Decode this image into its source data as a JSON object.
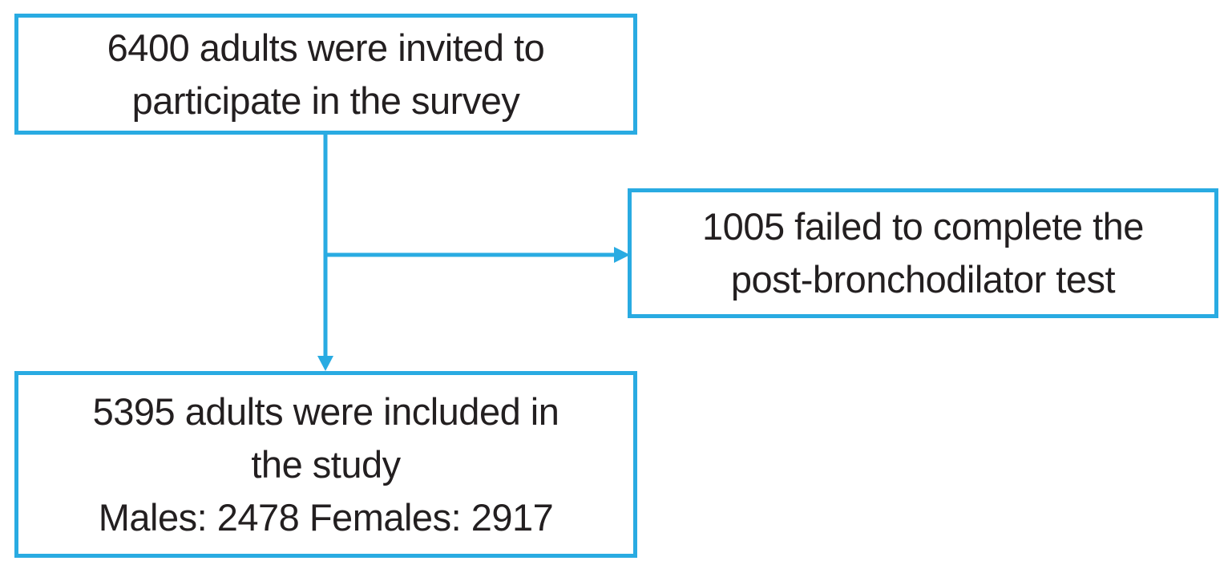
{
  "colors": {
    "accent": "#29abe2",
    "text": "#231f20",
    "background": "#ffffff"
  },
  "flow": {
    "invited": {
      "lines": [
        "6400 adults were invited to",
        "participate in the survey"
      ]
    },
    "excluded": {
      "lines": [
        "1005 failed to complete the",
        "post-bronchodilator test"
      ]
    },
    "included": {
      "lines": [
        "5395 adults were included in",
        "the study",
        "Males: 2478 Females: 2917"
      ]
    }
  }
}
